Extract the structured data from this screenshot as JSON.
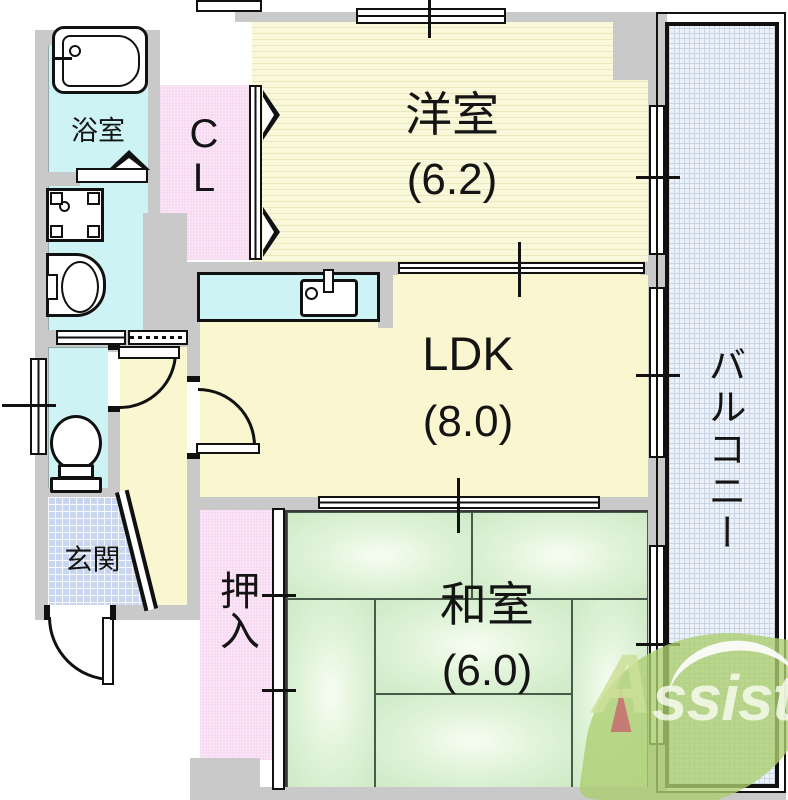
{
  "rooms": {
    "western": {
      "label": "洋室",
      "size": "(6.2)"
    },
    "ldk": {
      "label": "LDK",
      "size": "(8.0)"
    },
    "japanese": {
      "label": "和室",
      "size": "(6.0)"
    },
    "bath": {
      "label": "浴室"
    },
    "closet": {
      "label": "CL"
    },
    "oshiire": {
      "label": "押入"
    },
    "entrance": {
      "label": "玄関"
    },
    "balcony": {
      "label": "バルコニー"
    }
  },
  "watermark": {
    "brand": "Assist",
    "brand_a": "A",
    "brand_rest": "ssist"
  },
  "icons": [
    "bathtub-icon",
    "washing-machine-icon",
    "washbasin-icon",
    "toilet-icon",
    "kitchen-sink-icon"
  ],
  "colors": {
    "wall": "#c9c9c9",
    "water_room": "#cdf3f5",
    "room_yellow": "#faf6d0",
    "western_stripe": "#e9e7bc",
    "closet_pink": "#f7d9f2",
    "tatami_green": "#cdeac6",
    "entrance_blue": "#c9d6ef",
    "balcony_blue": "#edf1f8",
    "line": "#111111",
    "logo_green": "#aecd70",
    "logo_red": "#c9656f"
  }
}
